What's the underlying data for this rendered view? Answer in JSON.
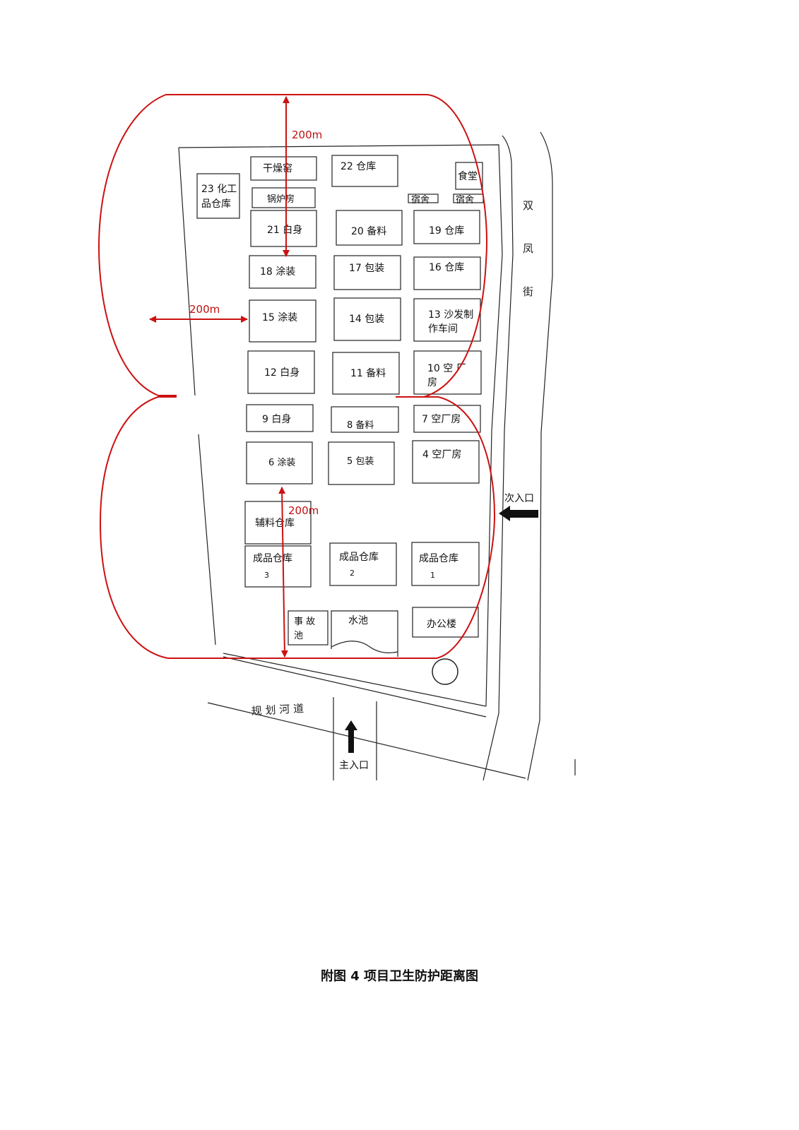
{
  "figure": {
    "caption": "附图 4  项目卫生防护距离图",
    "dimension_label": "200m",
    "streets": {
      "shuangfeng": [
        "双",
        "凤",
        "街"
      ],
      "river": "规  划  河  道"
    },
    "entrances": {
      "main": "主入口",
      "secondary": "次入口"
    },
    "buildings": {
      "drying_kiln": "干燥窑",
      "b22": "22 仓库",
      "canteen": "食堂",
      "dorm_a": "宿舍",
      "dorm_b": "宿舍",
      "b23_l1": "23 化工",
      "b23_l2": "品仓库",
      "boiler": "锅炉房",
      "b21": "21 白身",
      "b20": "20 备料",
      "b19": "19 仓库",
      "b18": "18 涂装",
      "b17": "17 包装",
      "b16": "16 仓库",
      "b15": "15 涂装",
      "b14": "14 包装",
      "b13_l1": "13 沙发制",
      "b13_l2": "作车间",
      "b12": "12 白身",
      "b11": "11 备料",
      "b10_l1": "10  空  厂",
      "b10_l2": "房",
      "b9": "9 白身",
      "b8": "8 备料",
      "b7": "7 空厂房",
      "b6": "6 涂装",
      "b5": "5 包装",
      "b4": "4 空厂房",
      "aux_warehouse": "辅料仓库",
      "fg3": "成品仓库",
      "fg3_num": "3",
      "fg2": "成品仓库",
      "fg2_num": "2",
      "fg1": "成品仓库",
      "fg1_num": "1",
      "accident_pool_l1": "事  故",
      "accident_pool_l2": "池",
      "water_pool": "水池",
      "office": "办公楼"
    }
  }
}
